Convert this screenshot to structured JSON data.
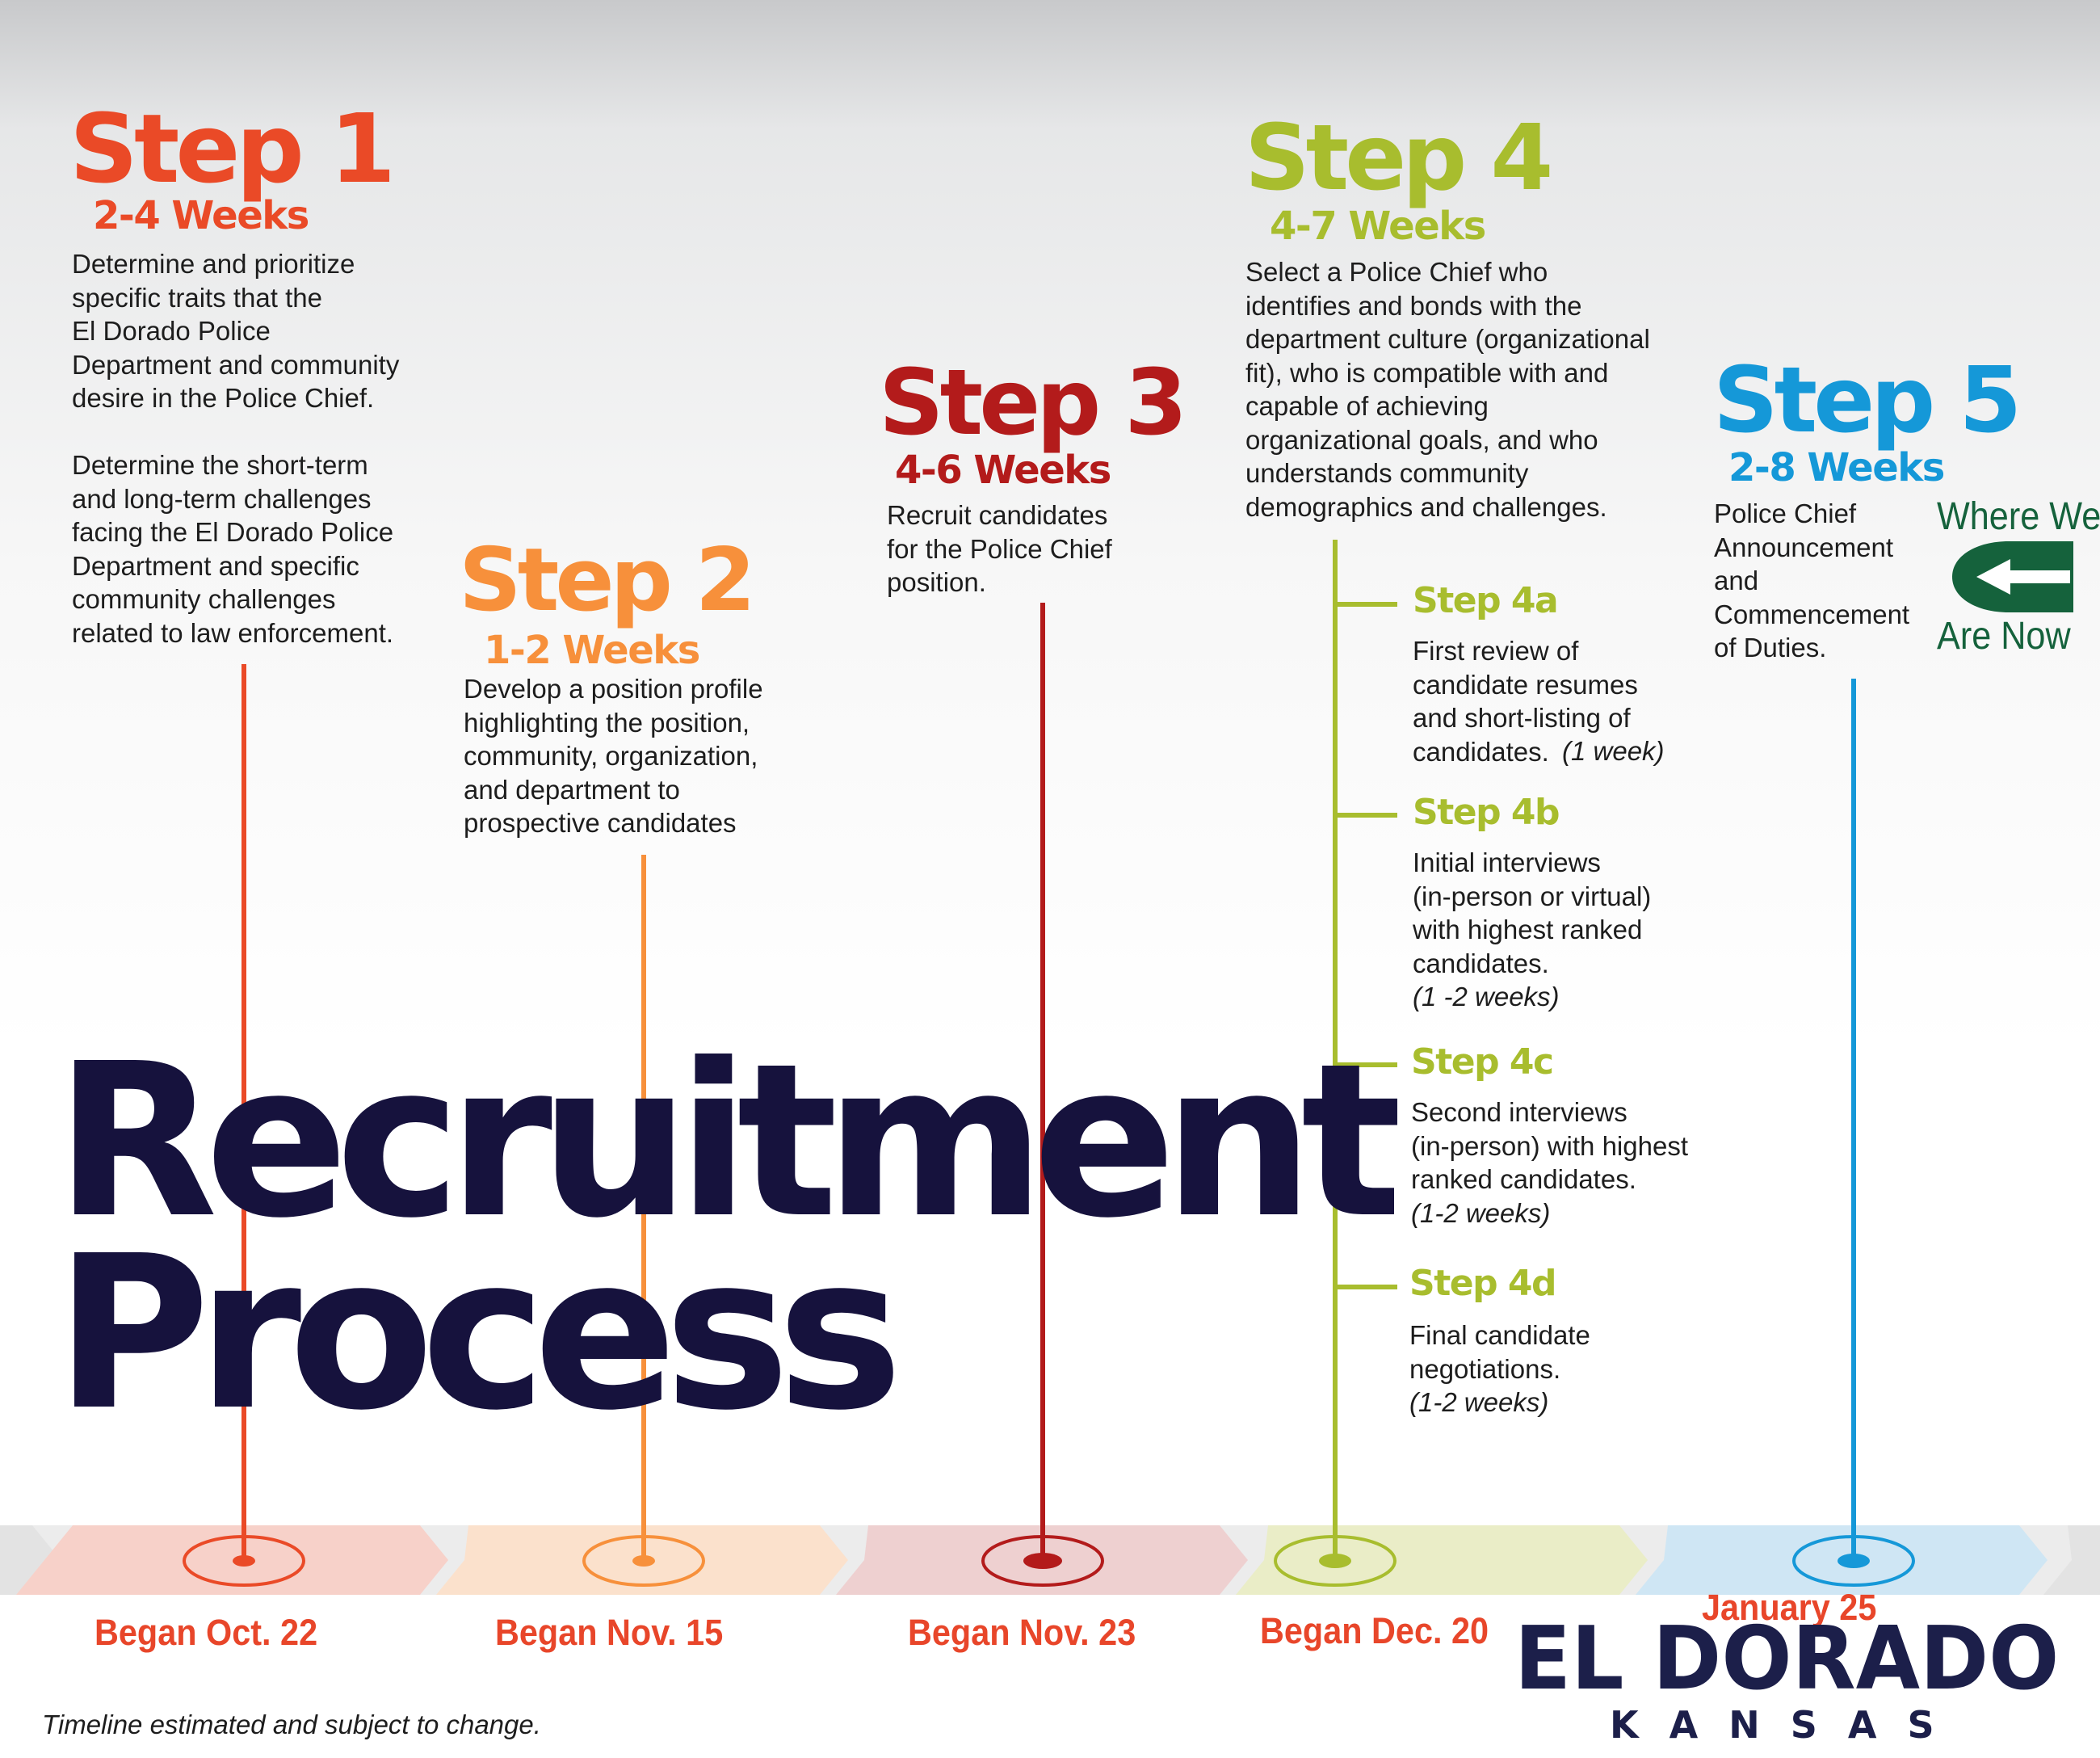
{
  "colors": {
    "step1": "#ea4a27",
    "step2": "#f7903b",
    "step3": "#b31b1b",
    "step4": "#a8bd2e",
    "step5": "#1598d8",
    "title": "#16123d",
    "where_we_are": "#15623c"
  },
  "title": {
    "line1": "Recruitment",
    "line2": "Process"
  },
  "steps": [
    {
      "title": "Step 1",
      "weeks": "2-4 Weeks",
      "description": "Determine and prioritize\nspecific traits that the\nEl Dorado Police\nDepartment and community\ndesire in the Police Chief.\n\nDetermine the short-term\nand long-term challenges\nfacing the El Dorado Police\nDepartment and specific\ncommunity challenges\nrelated to law enforcement.",
      "date": "Began Oct. 22"
    },
    {
      "title": "Step 2",
      "weeks": "1-2 Weeks",
      "description": "Develop a position profile\nhighlighting the position,\ncommunity, organization,\nand department to\nprospective candidates",
      "date": "Began Nov. 15"
    },
    {
      "title": "Step 3",
      "weeks": "4-6 Weeks",
      "description": "Recruit candidates\nfor the Police Chief\nposition.",
      "date": "Began Nov. 23"
    },
    {
      "title": "Step 4",
      "weeks": "4-7 Weeks",
      "description": "Select a Police Chief who\nidentifies and bonds with the\ndepartment culture (organizational\nfit), who is compatible with and\ncapable of achieving\norganizational goals, and who\nunderstands community\ndemographics and challenges.",
      "date": "Began Dec. 20",
      "substeps": [
        {
          "title": "Step 4a",
          "text": "First review of\ncandidate resumes\nand short-listing of\ncandidates.",
          "duration": "(1 week)"
        },
        {
          "title": "Step 4b",
          "text": "Initial interviews\n(in-person or virtual)\nwith highest ranked\ncandidates.",
          "duration": "(1 -2 weeks)"
        },
        {
          "title": "Step 4c",
          "text": "Second interviews\n(in-person) with highest\nranked candidates.",
          "duration": "(1-2 weeks)"
        },
        {
          "title": "Step 4d",
          "text": "Final candidate\nnegotiations.",
          "duration": "(1-2 weeks)"
        }
      ]
    },
    {
      "title": "Step 5",
      "weeks": "2-8 Weeks",
      "description": "Police Chief\nAnnouncement\nand\nCommencement\nof Duties.",
      "date": "January 25"
    }
  ],
  "where_we_are": {
    "line1": "Where We",
    "line2": "Are Now",
    "icon": "left-arrow-icon"
  },
  "logo": {
    "name": "EL DORADO",
    "sub": "KANSAS"
  },
  "footnote": "Timeline estimated and subject to change."
}
